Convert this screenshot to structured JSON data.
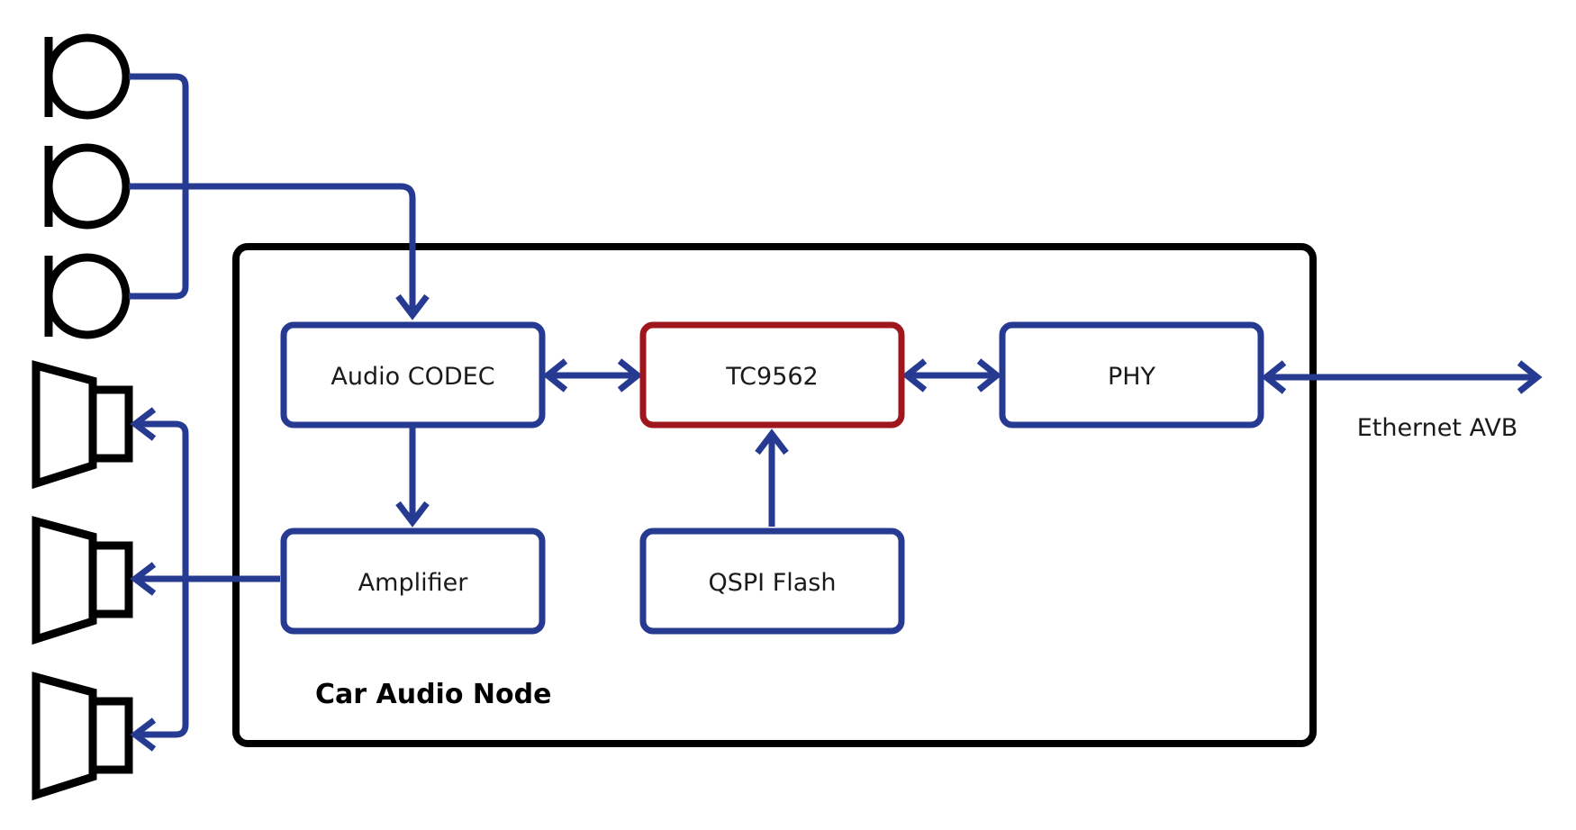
{
  "diagram": {
    "node_title": "Car Audio Node",
    "blocks": {
      "codec": "Audio CODEC",
      "soc": "TC9562",
      "phy": "PHY",
      "amplifier": "Amplifier",
      "flash": "QSPI Flash"
    },
    "external_link_label": "Ethernet AVB",
    "icons": {
      "microphones": [
        "microphone-icon",
        "microphone-icon",
        "microphone-icon"
      ],
      "speakers": [
        "speaker-icon",
        "speaker-icon",
        "speaker-icon"
      ]
    },
    "colors": {
      "connector": "#263a91",
      "block_border": "#263a91",
      "highlight_border": "#a0161d",
      "frame_border": "#000000",
      "text": "#1a1a1a"
    }
  }
}
